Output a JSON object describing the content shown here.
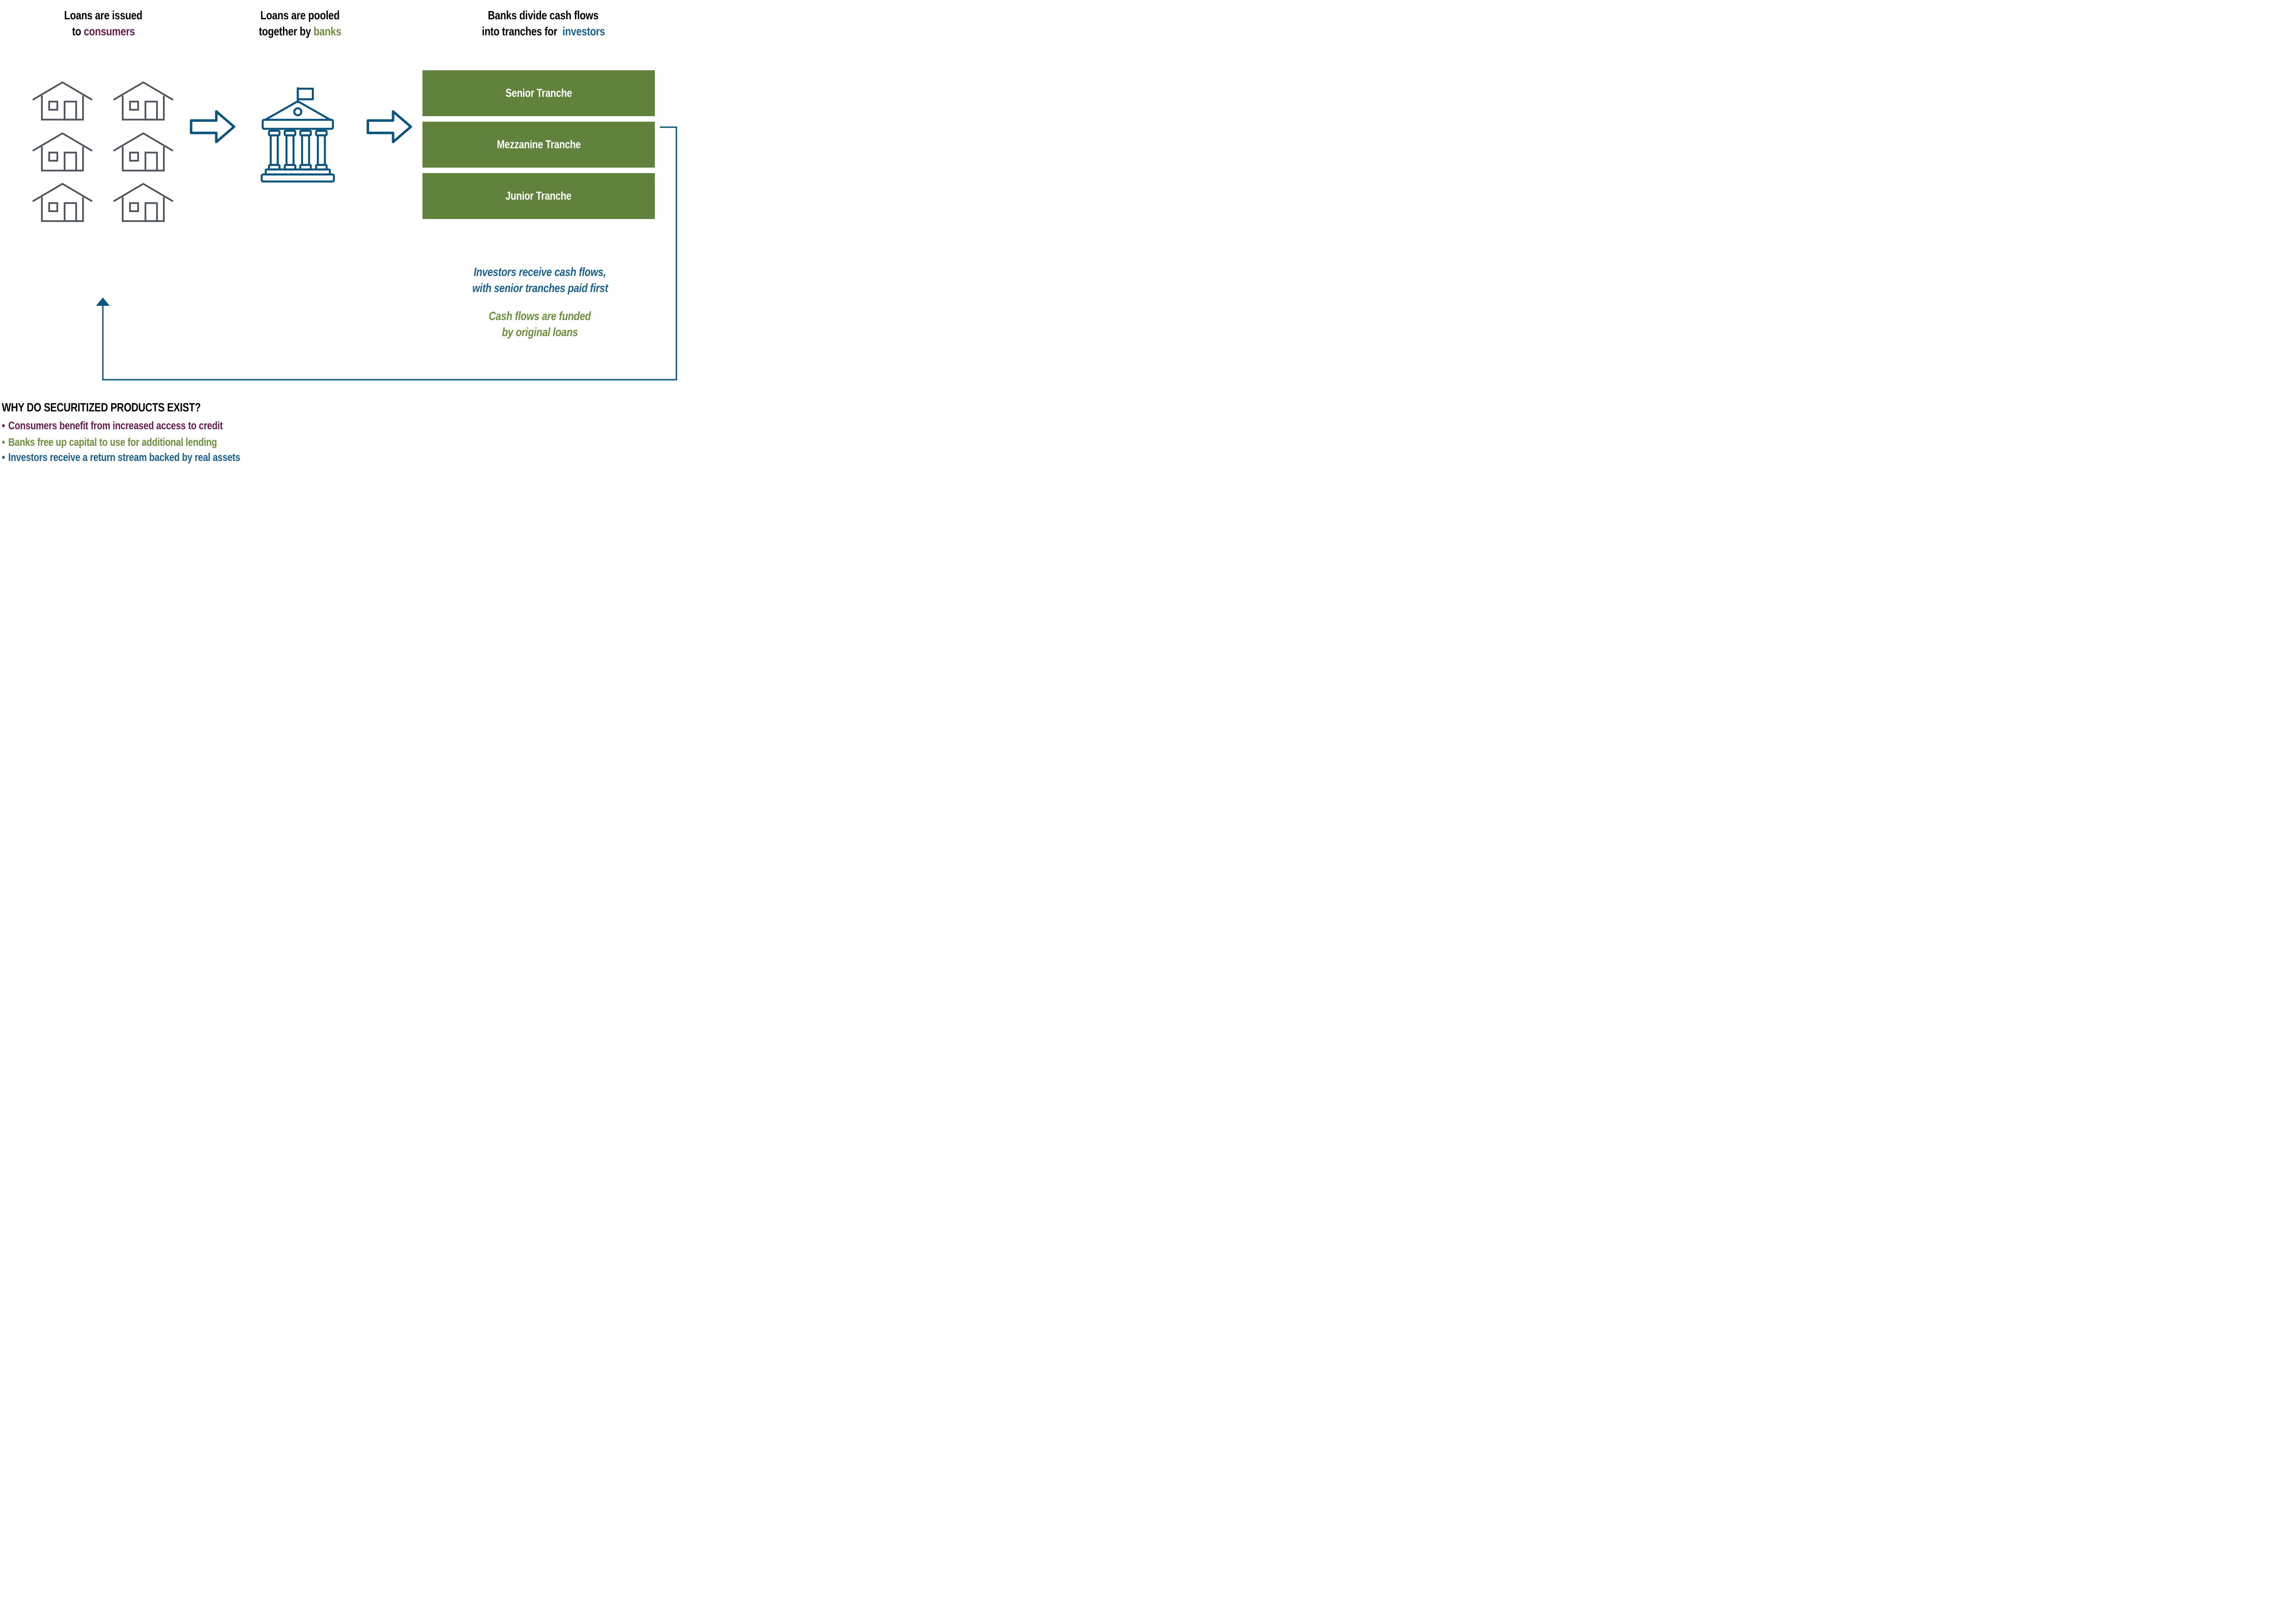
{
  "colors": {
    "purple": "#641c50",
    "green": "#6c8f3e",
    "bar-green": "#61823c",
    "blue": "#1a5f89",
    "icon-blue": "#0b547e",
    "house-gray": "#4e545c",
    "heading-black": "#000000"
  },
  "steps": {
    "consumers": {
      "line1": "Loans are issued",
      "line2_prefix": "to ",
      "line2_highlight": "consumers"
    },
    "banks": {
      "line1": "Loans are pooled",
      "line2_prefix": "together by ",
      "line2_highlight": "banks"
    },
    "investors": {
      "line1": "Banks divide cash flows",
      "line2_prefix": "into tranches for  ",
      "line2_highlight": "investors"
    }
  },
  "tranches": {
    "senior": "Senior Tranche",
    "mezzanine": "Mezzanine Tranche",
    "junior": "Junior Tranche"
  },
  "notes": {
    "investors_line1": "Investors receive cash flows,",
    "investors_line2": "with senior tranches paid first",
    "cash_line1": "Cash flows are funded",
    "cash_line2": "by original loans"
  },
  "bottom": {
    "heading": "WHY DO SECURITIZED PRODUCTS EXIST?",
    "bullets": [
      {
        "marker": "•",
        "text": "Consumers benefit from increased access to credit",
        "color": "purple"
      },
      {
        "marker": "•",
        "text": "Banks free up capital to use for additional lending",
        "color": "green"
      },
      {
        "marker": "•",
        "text": "Investors receive a return stream backed by real assets",
        "color": "blue"
      }
    ]
  },
  "icons": {
    "house": "house-icon",
    "bank": "bank-icon",
    "arrow": "right-arrow-icon",
    "feedback": "feedback-up-arrow-icon"
  }
}
